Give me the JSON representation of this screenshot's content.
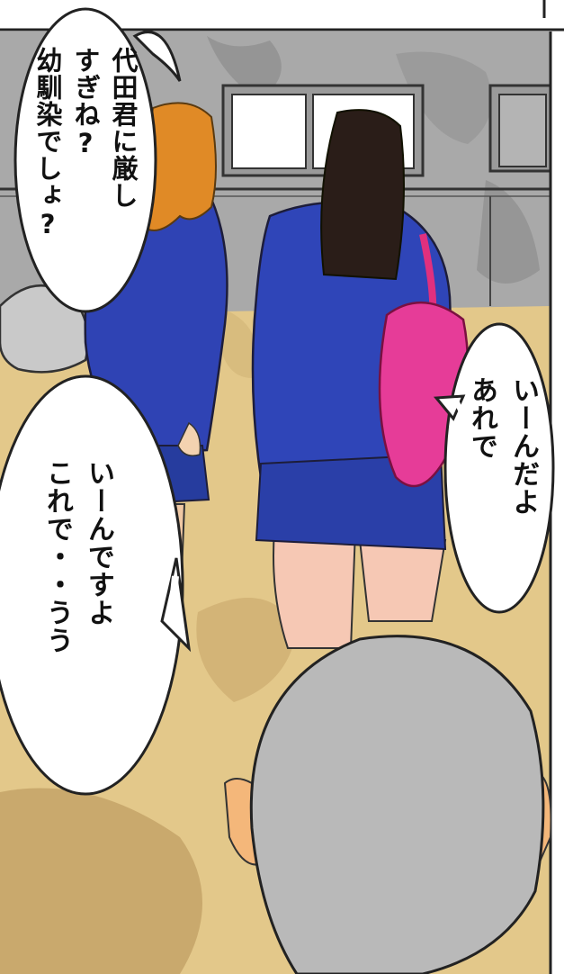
{
  "bubbles": [
    {
      "lines": [
        "代田君に厳し",
        "すぎね?",
        "幼馴染でしょ?"
      ]
    },
    {
      "lines": [
        "いーんだよ",
        "あれで"
      ]
    },
    {
      "lines": [
        "いーんですよ",
        "これで・・うう"
      ]
    }
  ]
}
